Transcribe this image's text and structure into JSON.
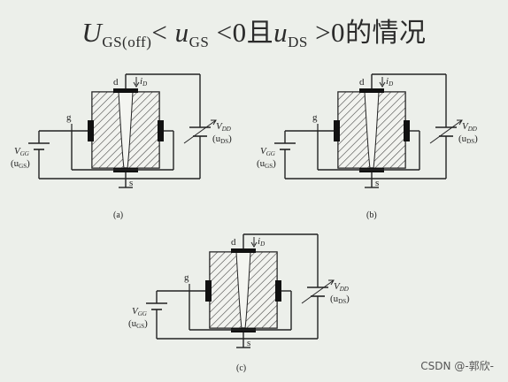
{
  "title": {
    "U": "U",
    "U_sub": "GS(off)",
    "lt1": "<",
    "u1": "u",
    "u1_sub": "GS",
    "lt2": "<0",
    "qie": "且",
    "u2": "u",
    "u2_sub": "DS",
    "gt": ">0",
    "tail": "的情况"
  },
  "diagrams": [
    {
      "caption": "(a)",
      "d": "d",
      "g": "g",
      "s": "s",
      "iD": "i",
      "iD_sub": "D",
      "VGG": "V",
      "VGG_sub": "GG",
      "uGS": "(u",
      "uGS_sub": "GS",
      "uGS_close": ")",
      "VDD": "V",
      "VDD_sub": "DD",
      "uDS": "(u",
      "uDS_sub": "DS",
      "uDS_close": ")"
    },
    {
      "caption": "(b)",
      "d": "d",
      "g": "g",
      "s": "s",
      "iD": "i",
      "iD_sub": "D",
      "VGG": "V",
      "VGG_sub": "GG",
      "uGS": "(u",
      "uGS_sub": "GS",
      "uGS_close": ")",
      "VDD": "V",
      "VDD_sub": "DD",
      "uDS": "(u",
      "uDS_sub": "DS",
      "uDS_close": ")"
    },
    {
      "caption": "(c)",
      "d": "d",
      "g": "g",
      "s": "s",
      "iD": "i",
      "iD_sub": "D",
      "VGG": "V",
      "VGG_sub": "GG",
      "uGS": "(u",
      "uGS_sub": "GS",
      "uGS_close": ")",
      "VDD": "V",
      "VDD_sub": "DD",
      "uDS": "(u",
      "uDS_sub": "DS",
      "uDS_close": ")"
    }
  ],
  "watermark": "CSDN @-郭欣-"
}
